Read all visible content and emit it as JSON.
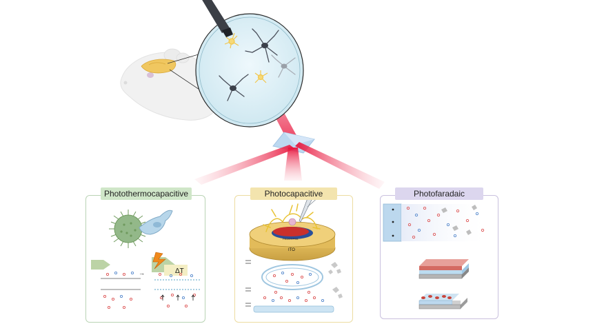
{
  "panels": {
    "photothermocapacitive": {
      "title": "Photothermocapacitive",
      "delta_t_label": "ΔT"
    },
    "photocapacitive": {
      "title": "Photocapacitive",
      "ito_label": "ITO",
      "disc_label": "PEDOT:PSS"
    },
    "photofaradaic": {
      "title": "Photofaradaic"
    }
  },
  "colors": {
    "thermo_border": "#b9d3b4",
    "thermo_title_bg": "#cfe6c8",
    "capacitive_border": "#ecdca0",
    "capacitive_title_bg": "#f3e4ae",
    "faradaic_border": "#c9c0de",
    "faradaic_title_bg": "#dcd6ee",
    "laser": "#e8123a"
  },
  "icons": [
    "mouse-icon",
    "optic-fiber-icon",
    "petri-dish-icon",
    "neuron-icon",
    "prism-icon",
    "cell-icon",
    "lightning-icon",
    "electrode-icon"
  ]
}
